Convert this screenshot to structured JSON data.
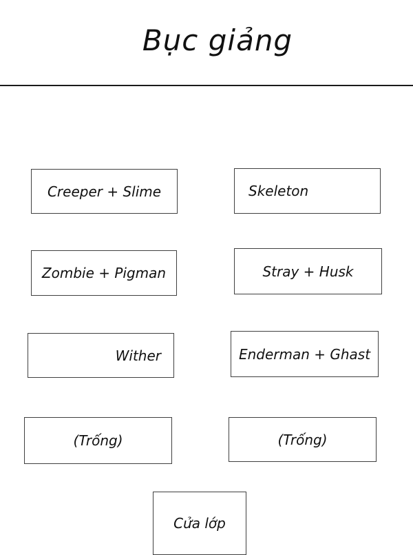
{
  "title": "Bục giảng",
  "seats": [
    {
      "label": "Creeper + Slime"
    },
    {
      "label": "Skeleton"
    },
    {
      "label": "Zombie + Pigman"
    },
    {
      "label": "Stray + Husk"
    },
    {
      "label": "Wither"
    },
    {
      "label": "Enderman + Ghast"
    },
    {
      "label": "(Trống)"
    },
    {
      "label": "(Trống)"
    }
  ],
  "door": {
    "label": "Cửa lớp"
  },
  "colors": {
    "background": "#ffffff",
    "box_border": "#3f3f3f",
    "text": "#111111",
    "divider_line": "#1a1a1a"
  }
}
